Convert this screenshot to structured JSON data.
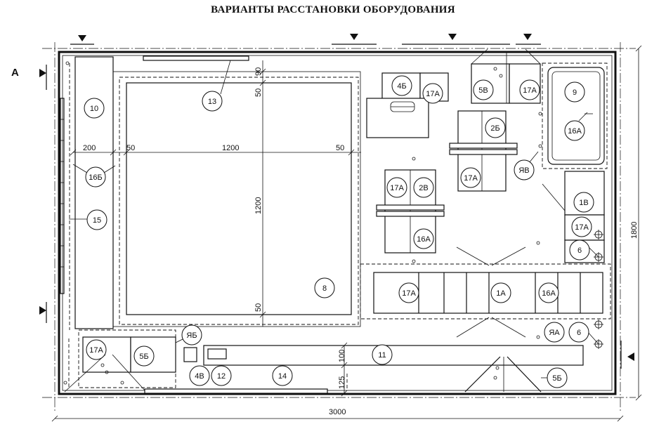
{
  "title": "ВАРИАНТЫ РАССТАНОВКИ ОБОРУДОВАНИЯ",
  "section_label": "А",
  "dimensions": {
    "total_width": "3000",
    "total_height": "1800",
    "d200": "200",
    "d50_left": "50",
    "d1200_h": "1200",
    "d50_right": "50",
    "d90": "90",
    "d50_top": "50",
    "d1200_v": "1200",
    "d50_bottom": "50",
    "d100": "100",
    "d125": "125"
  },
  "labels": {
    "n10": "10",
    "n16b": "16Б",
    "n15": "15",
    "n13": "13",
    "n8": "8",
    "n4b": "4Б",
    "n17a_1": "17А",
    "n5v": "5В",
    "n17a_2": "17А",
    "n9": "9",
    "n2b": "2Б",
    "n16a_1": "16А",
    "n17a_3": "17А",
    "nyav": "ЯВ",
    "n17a_4": "17А",
    "n2v": "2В",
    "n16a_2": "16А",
    "n1v": "1В",
    "n17a_5": "17А",
    "n6_1": "6",
    "n17a_6": "17А",
    "n1a": "1А",
    "n16a_3": "16А",
    "nya": "ЯА",
    "n6_2": "6",
    "n17a_7": "17А",
    "n5b_1": "5Б",
    "nyab": "ЯБ",
    "n11": "11",
    "n4v": "4В",
    "n12": "12",
    "n14": "14",
    "n5b_2": "5Б"
  }
}
